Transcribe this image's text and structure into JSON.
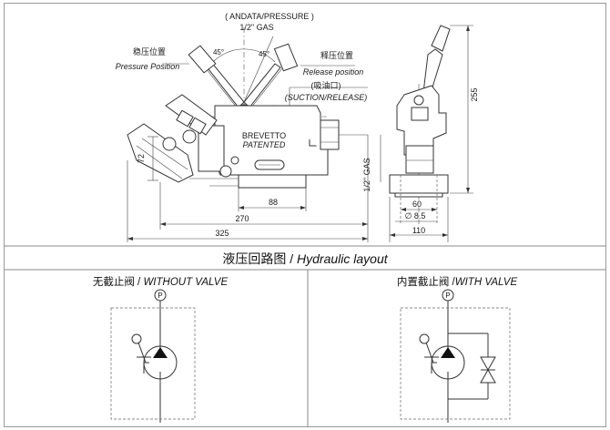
{
  "drawing": {
    "andata_pressure": "( ANDATA/PRESSURE )",
    "gas_top": "1/2\" GAS",
    "angle_left": "45°",
    "angle_right": "45°",
    "pressure_position_cn": "稳压位置",
    "pressure_position_en": "Pressure Position",
    "release_position_cn": "释压位置",
    "release_position_en": "Release position",
    "suction_cn": "(吸油口)",
    "suction_en": "(SUCTION/RELEASE)",
    "brevetto": "BREVETTO",
    "patented": "PATENTED",
    "gas_side": "1/2\" GAS",
    "dim_72": "72",
    "dim_88": "88",
    "dim_270": "270",
    "dim_325": "325",
    "dim_255": "255",
    "dim_60": "60",
    "dim_hole": "∅ 8.5",
    "dim_110": "110"
  },
  "layout": {
    "title_cn": "液压回路图",
    "title_sep": " / ",
    "title_en": "Hydraulic layout",
    "left_cn": "无截止阀",
    "left_sep": " / ",
    "left_en": "WITHOUT VALVE",
    "right_cn": "内置截止阀",
    "right_sep": " /",
    "right_en": "WITH VALVE",
    "port_left": "P",
    "port_right": "P"
  }
}
